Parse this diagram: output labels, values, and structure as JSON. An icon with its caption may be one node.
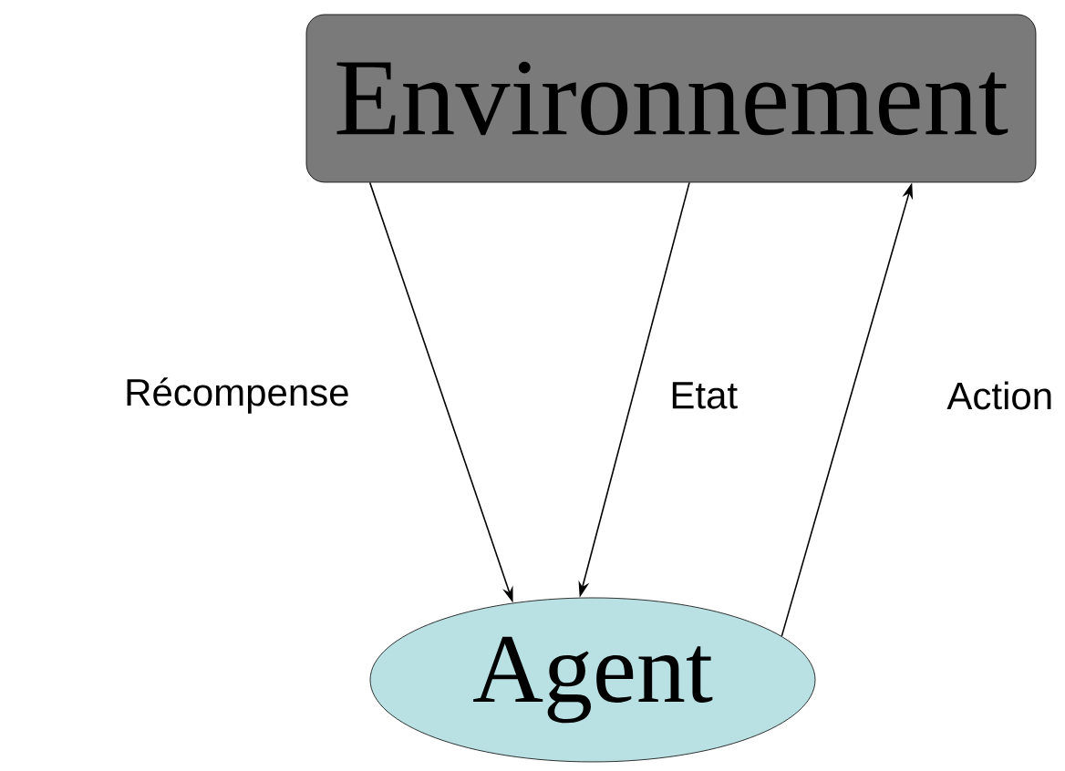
{
  "diagram": {
    "nodes": [
      {
        "text": [
          "Environnement"
        ]
      },
      {
        "text": [
          "Agent"
        ]
      }
    ],
    "edges": [
      {
        "from": 0,
        "to": 1,
        "arrow": "to",
        "label": "Récompense"
      },
      {
        "from": 0,
        "to": 1,
        "arrow": "to",
        "label": "Etat"
      },
      {
        "from": 1,
        "to": 0,
        "arrow": "to",
        "label": "Action"
      }
    ]
  }
}
